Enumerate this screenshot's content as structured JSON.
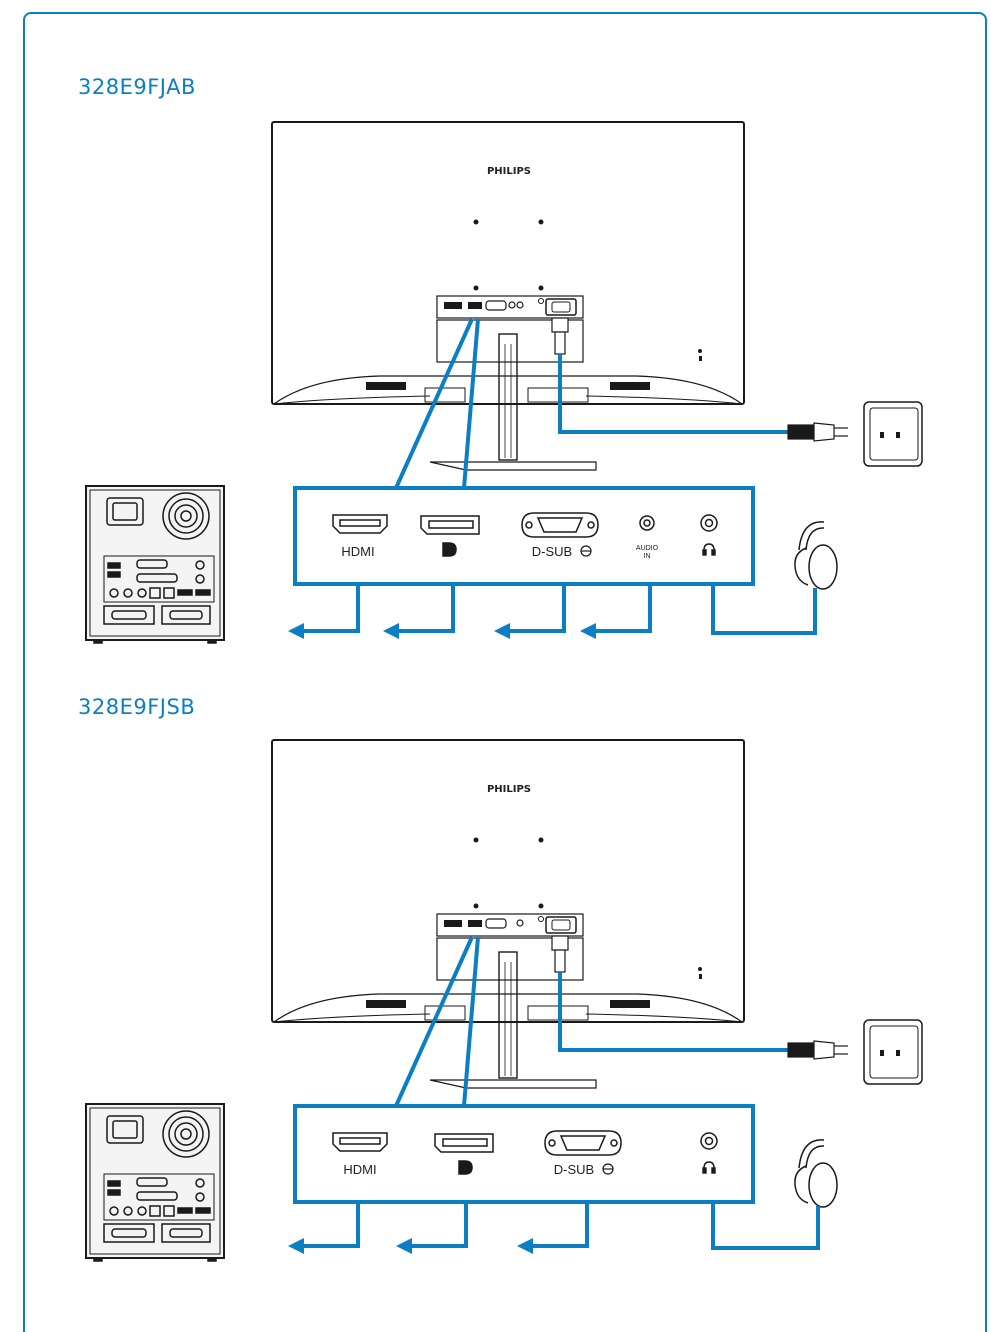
{
  "sections": [
    {
      "model": "328E9FJAB",
      "brand": "PHILIPS",
      "ports": [
        "HDMI",
        "D-SUB",
        "AUDIO",
        "IN"
      ]
    },
    {
      "model": "328E9FJSB",
      "brand": "PHILIPS",
      "ports": [
        "HDMI",
        "D-SUB"
      ]
    }
  ],
  "colors": {
    "accent": "#0b7ec4",
    "line": "#1a1a1a"
  },
  "icons": [
    "displayport-icon",
    "headphone-icon",
    "vga-input-icon",
    "power-plug-icon",
    "wall-socket-icon",
    "pc-tower-icon",
    "headphones-icon",
    "arrow-left-icon"
  ]
}
